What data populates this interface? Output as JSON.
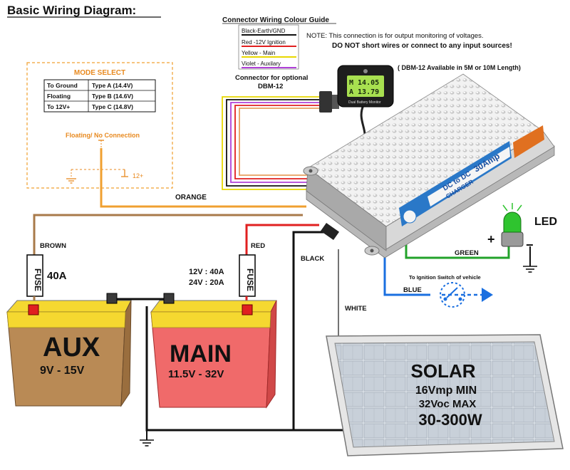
{
  "title": "Basic Wiring Diagram:",
  "colour_guide": {
    "heading": "Connector Wiring Colour Guide",
    "items": [
      {
        "label": "Black-Earth/GND",
        "color": "#111111"
      },
      {
        "label": "Red -12V Ignition",
        "color": "#e02020"
      },
      {
        "label": "Yellow - Main",
        "color": "#e8d800"
      },
      {
        "label": "Violet - Auxilary",
        "color": "#b040d8"
      }
    ]
  },
  "note": {
    "line1": "NOTE: This connection is for output monitoring of voltages.",
    "line2": "DO NOT short wires or connect to any input sources!"
  },
  "connector_label": {
    "line1": "Connector for optional",
    "line2": "DBM-12"
  },
  "dbm_note": "( DBM-12 Available in 5M or 10M Length)",
  "monitor": {
    "line1": "M 14.05",
    "line2": "A 13.79",
    "caption": "Dual Battery Monitor"
  },
  "mode_select": {
    "title": "MODE SELECT",
    "rows": [
      {
        "connection": "To Ground",
        "type": "Type A (14.4V)"
      },
      {
        "connection": "Floating",
        "type": "Type B (14.6V)"
      },
      {
        "connection": "To 12V+",
        "type": "Type C (14.8V)"
      }
    ],
    "floating_label": "Floating/ No Connection",
    "plus_label": "12+"
  },
  "charger": {
    "line1": "DC to DC",
    "line2": "CHARGER",
    "amps": "30Amp"
  },
  "wires": {
    "orange": "ORANGE",
    "brown": "BROWN",
    "red": "RED",
    "black": "BLACK",
    "green": "GREEN",
    "blue": "BLUE",
    "white": "WHITE"
  },
  "led": {
    "label": "LED",
    "plus": "+",
    "minus": "−"
  },
  "ignition_label": "To Ignition Switch of vehicle",
  "fuse_aux": {
    "label": "FUSE",
    "rating": "40A"
  },
  "fuse_main": {
    "label": "FUSE",
    "rating_line1": "12V : 40A",
    "rating_line2": "24V : 20A"
  },
  "aux_battery": {
    "name": "AUX",
    "range": "9V - 15V"
  },
  "main_battery": {
    "name": "MAIN",
    "range": "11.5V - 32V"
  },
  "solar": {
    "name": "SOLAR",
    "line1": "16Vmp MIN",
    "line2": "32Voc MAX",
    "line3": "30-300W"
  }
}
